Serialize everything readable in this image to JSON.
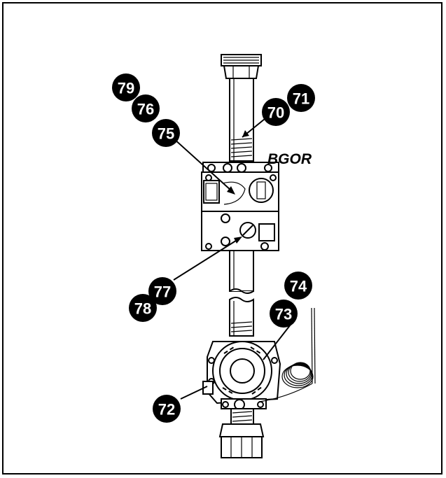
{
  "model_label": "BGOR",
  "callouts": [
    "70",
    "71",
    "72",
    "73",
    "74",
    "75",
    "76",
    "77",
    "78",
    "79"
  ]
}
